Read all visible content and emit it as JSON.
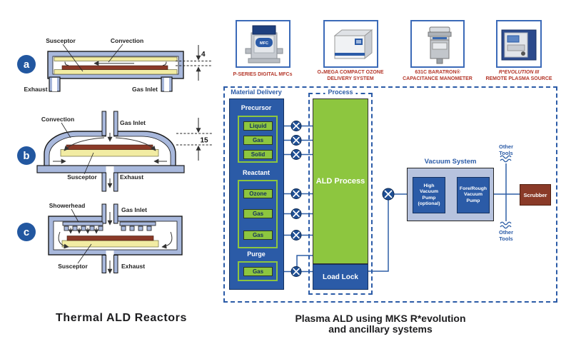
{
  "reactors": {
    "title": "Thermal ALD Reactors",
    "a": {
      "badge": "a",
      "susceptor": "Susceptor",
      "convection": "Convection",
      "exhaust": "Exhaust",
      "gas_inlet": "Gas Inlet",
      "gap_dim": "4"
    },
    "b": {
      "badge": "b",
      "convection": "Convection",
      "gas_inlet": "Gas Inlet",
      "susceptor": "Susceptor",
      "exhaust": "Exhaust",
      "gap_dim": "15"
    },
    "c": {
      "badge": "c",
      "showerhead": "Showerhead",
      "gas_inlet": "Gas Inlet",
      "susceptor": "Susceptor",
      "exhaust": "Exhaust"
    }
  },
  "products": [
    {
      "caption1": "P-SERIES DIGITAL MFCs",
      "caption2": "",
      "device_label": "MFC"
    },
    {
      "caption1": "O₃MEGA COMPACT OZONE",
      "caption2": "DELIVERY SYSTEM"
    },
    {
      "caption1": "631C BARATRON®",
      "caption2": "CAPACITANCE MANOMETER"
    },
    {
      "caption1": "R*EVOLUTION III",
      "caption2": "REMOTE PLASMA SOURCE"
    }
  ],
  "flow": {
    "material_delivery": {
      "title": "Material Delivery",
      "precursor": {
        "label": "Precursor",
        "items": [
          "Liquid",
          "Gas",
          "Solid"
        ]
      },
      "reactant": {
        "label": "Reactant",
        "items": [
          "Ozone",
          "Gas",
          "Gas"
        ]
      },
      "purge": {
        "label": "Purge",
        "items": [
          "Gas"
        ]
      }
    },
    "process": {
      "title": "Process",
      "chamber": "ALD Process",
      "load_lock": "Load Lock"
    },
    "vacuum": {
      "title": "Vacuum System",
      "high_vacuum_pump": "High Vacuum Pump (optional)",
      "fore_rough_pump": "Fore/Rough Vacuum Pump"
    },
    "scrubber": "Scrubber",
    "other_tools_top": "Other Tools",
    "other_tools_bottom": "Other Tools"
  },
  "plasma_caption": {
    "line1": "Plasma ALD using MKS R*evolution",
    "line2": "and ancillary systems"
  },
  "colors": {
    "primary_blue": "#2b5ba7",
    "green": "#8dc63f",
    "wall_blue": "#a8b8dc",
    "susceptor_yellow": "#f2eca3",
    "wafer_red": "#8a3a28",
    "caption_red": "#b4372a",
    "vacuum_light": "#b7c3de"
  }
}
